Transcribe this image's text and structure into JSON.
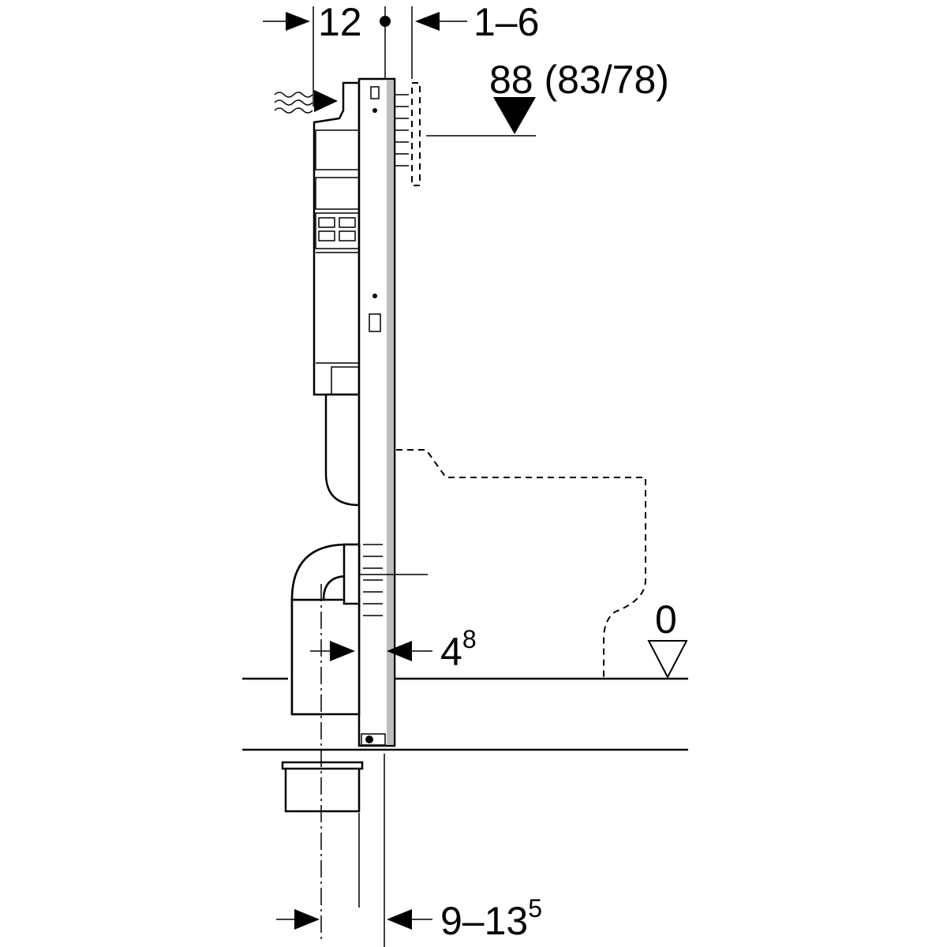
{
  "dimensions": {
    "top_left": "12",
    "top_right": "1–6",
    "height_main": "88 (83/78)",
    "floor_level": "0",
    "bottom_1_base": "4",
    "bottom_1_sup": "8",
    "bottom_2_base": "9–13",
    "bottom_2_sup": "5"
  },
  "colors": {
    "line": "#000000",
    "frame_strip": "#bdbdbd"
  }
}
